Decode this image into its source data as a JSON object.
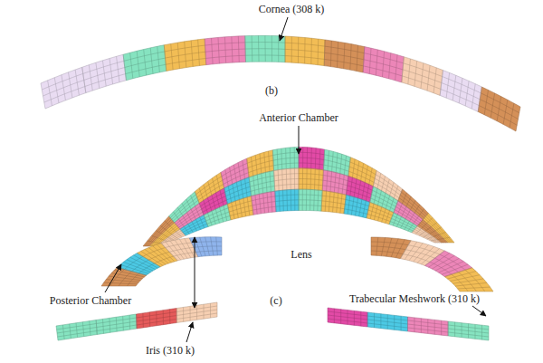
{
  "diagram": {
    "labels": [
      "Cornea (308 k)",
      "(b)",
      "Anterior Chamber",
      "Lens",
      "Posterior Chamber",
      "(c)",
      "Iris (310 k)",
      "Trabecular Meshwork (310 k)"
    ]
  }
}
